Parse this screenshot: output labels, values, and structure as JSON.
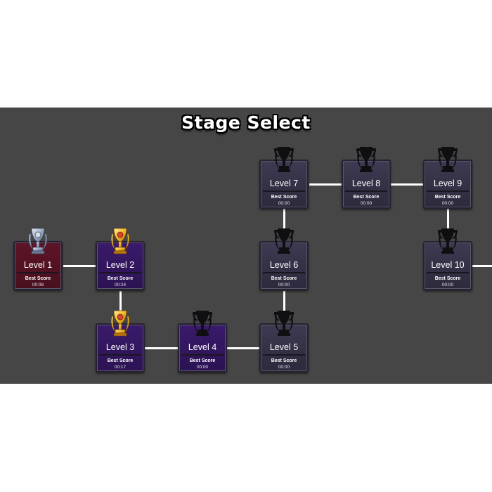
{
  "title": "Stage Select",
  "best_score_label": "Best Score",
  "levels": [
    {
      "label": "Level 1",
      "time": "00:08",
      "trophy": "silver-trophy",
      "style": "red"
    },
    {
      "label": "Level 2",
      "time": "00:24",
      "trophy": "gold-trophy",
      "style": "purple"
    },
    {
      "label": "Level 3",
      "time": "00:17",
      "trophy": "gold-trophy",
      "style": "purple"
    },
    {
      "label": "Level 4",
      "time": "00:00",
      "trophy": "locked-trophy",
      "style": "purple"
    },
    {
      "label": "Level 5",
      "time": "00:00",
      "trophy": "locked-trophy",
      "style": "dark"
    },
    {
      "label": "Level 6",
      "time": "00:00",
      "trophy": "locked-trophy",
      "style": "dark"
    },
    {
      "label": "Level 7",
      "time": "00:00",
      "trophy": "locked-trophy",
      "style": "dark"
    },
    {
      "label": "Level 8",
      "time": "00:00",
      "trophy": "locked-trophy",
      "style": "dark"
    },
    {
      "label": "Level 9",
      "time": "00:00",
      "trophy": "locked-trophy",
      "style": "dark"
    },
    {
      "label": "Level 10",
      "time": "00:00",
      "trophy": "locked-trophy",
      "style": "dark"
    }
  ],
  "colors": {
    "background": "#464646",
    "path": "#ffffff",
    "gold": "#f2b825",
    "silver": "#b8c4d6",
    "locked": "#0f0f12"
  }
}
